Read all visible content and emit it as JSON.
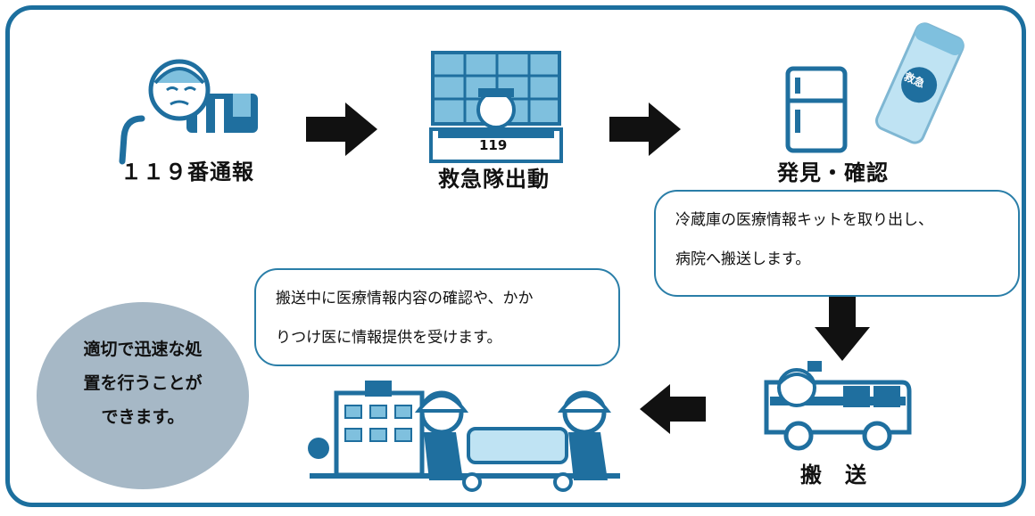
{
  "steps": {
    "call": "１１９番通報",
    "dispatch": "救急隊出動",
    "discover": "発見・確認",
    "transport": "搬　送"
  },
  "dispatch_desk_number": "119",
  "kit_label": "救急",
  "bubbles": {
    "fridge": {
      "line1": "冷蔵庫の医療情報キットを取り出し、",
      "line2": "病院へ搬送します。"
    },
    "hospital": {
      "line1": "搬送中に医療情報内容の確認や、かか",
      "line2": "りつけ医に情報提供を受けます。"
    }
  },
  "result": {
    "line1": "適切で迅速な処",
    "line2": "置を行うことが",
    "line3": "できます。"
  },
  "colors": {
    "frame": "#1c6f9e",
    "icon_blue": "#1f6f9f",
    "icon_light": "#7fc0de",
    "arrow": "#111111",
    "result_circle": "#a6b8c6"
  }
}
